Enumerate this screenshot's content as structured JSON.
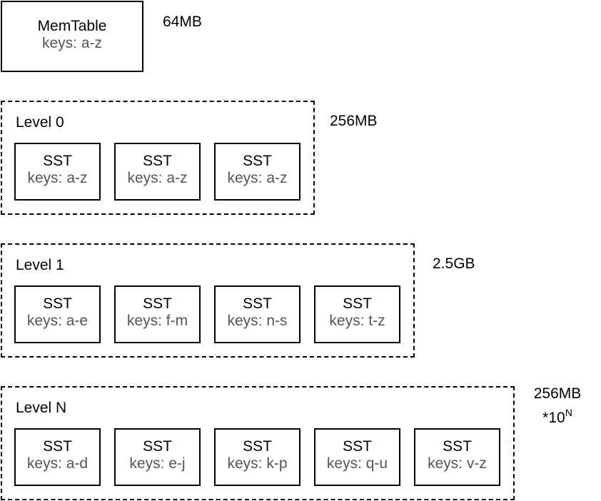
{
  "memtable": {
    "title": "MemTable",
    "keys": "keys: a-z",
    "size": "64MB"
  },
  "levels": [
    {
      "label": "Level 0",
      "size": "256MB",
      "ssts": [
        {
          "title": "SST",
          "keys": "keys: a-z"
        },
        {
          "title": "SST",
          "keys": "keys: a-z"
        },
        {
          "title": "SST",
          "keys": "keys: a-z"
        }
      ]
    },
    {
      "label": "Level 1",
      "size": "2.5GB",
      "ssts": [
        {
          "title": "SST",
          "keys": "keys: a-e"
        },
        {
          "title": "SST",
          "keys": "keys: f-m"
        },
        {
          "title": "SST",
          "keys": "keys: n-s"
        },
        {
          "title": "SST",
          "keys": "keys: t-z"
        }
      ]
    },
    {
      "label": "Level N",
      "size": "256MB",
      "size_multiplier": "*10",
      "size_exponent": "N",
      "ssts": [
        {
          "title": "SST",
          "keys": "keys: a-d"
        },
        {
          "title": "SST",
          "keys": "keys: e-j"
        },
        {
          "title": "SST",
          "keys": "keys: k-p"
        },
        {
          "title": "SST",
          "keys": "keys: q-u"
        },
        {
          "title": "SST",
          "keys": "keys: v-z"
        }
      ]
    }
  ]
}
